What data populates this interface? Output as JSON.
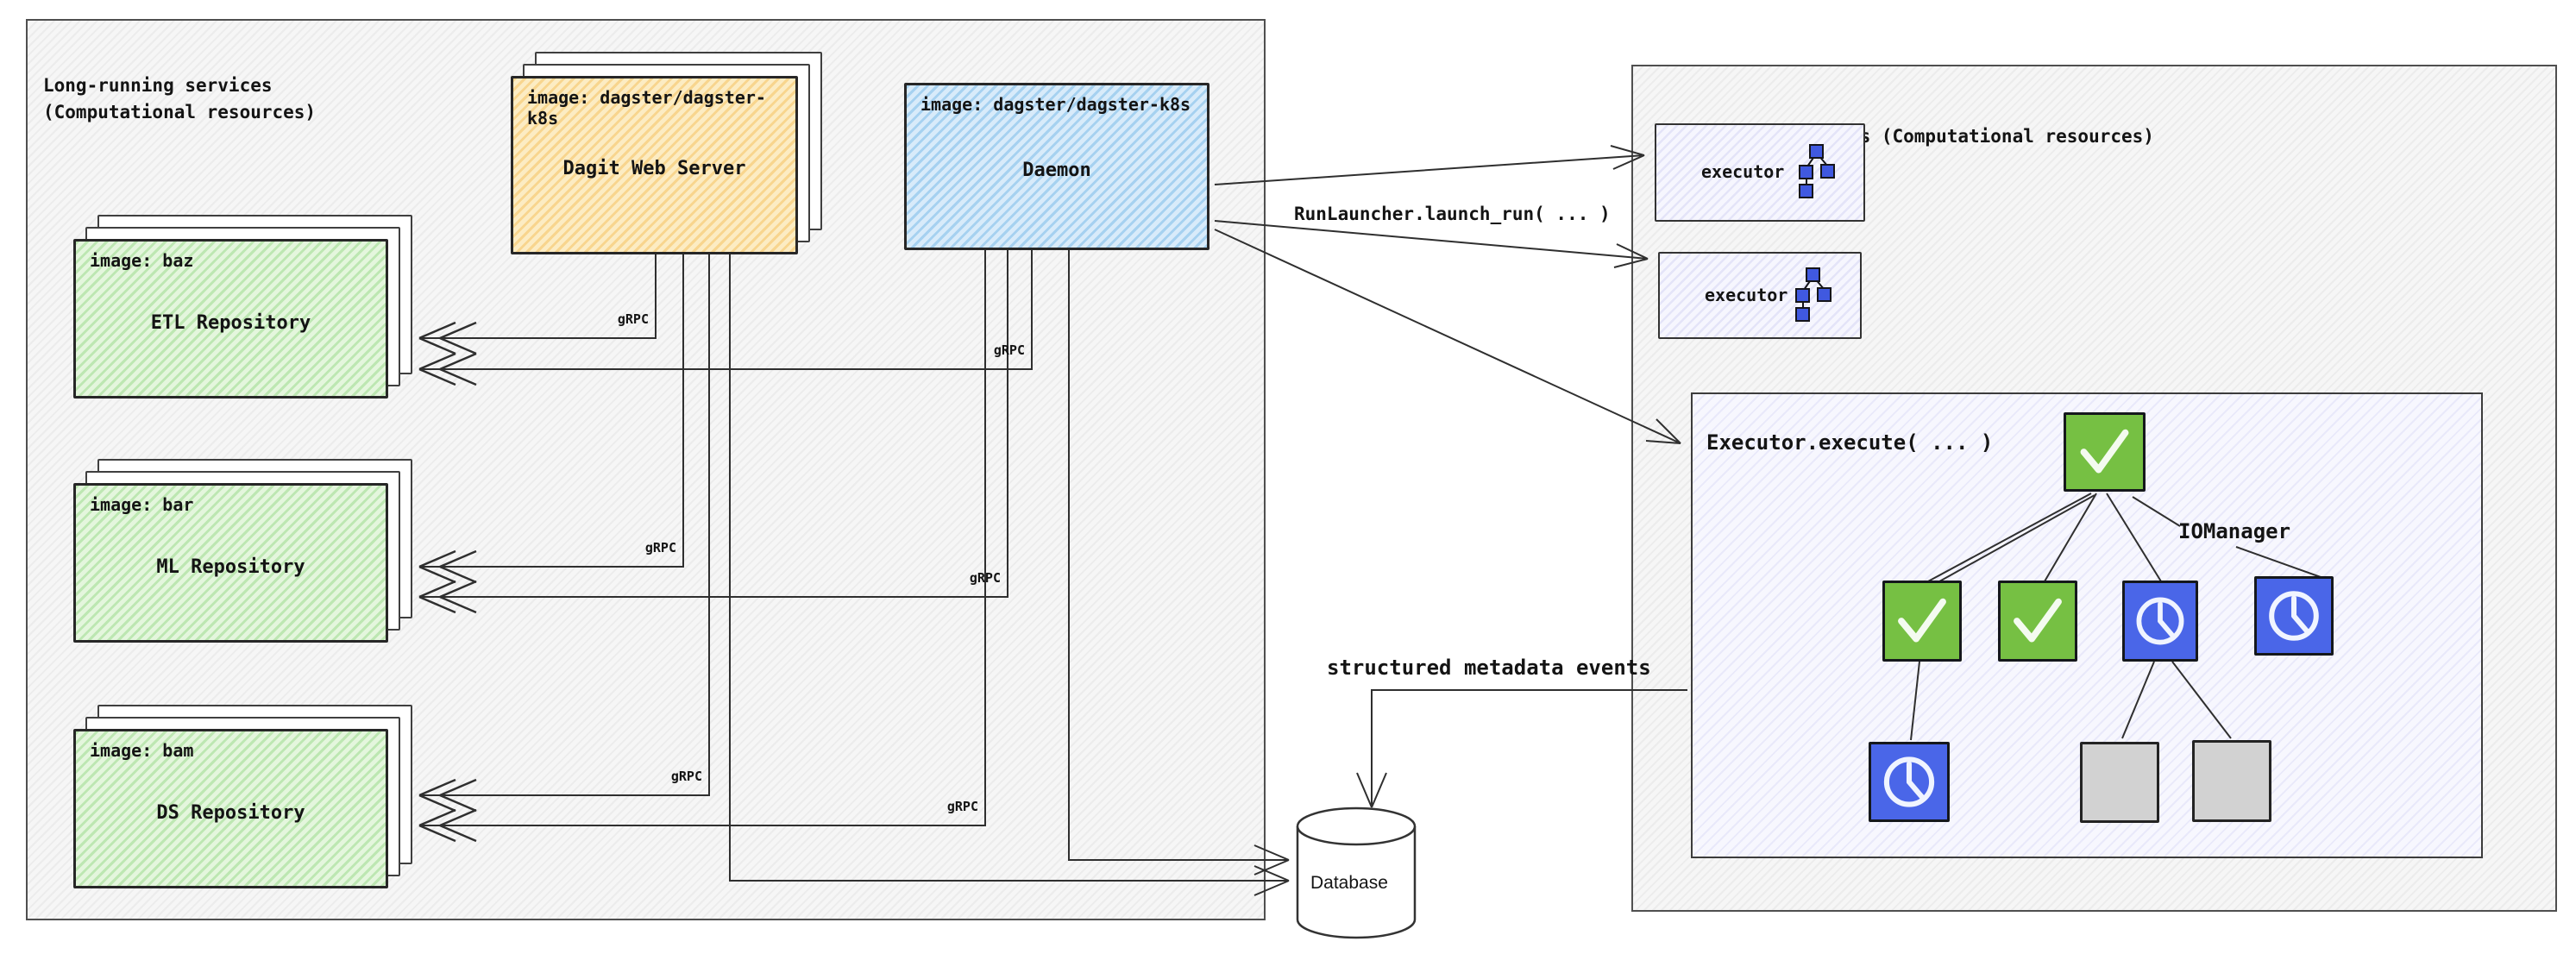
{
  "left_panel": {
    "title": "Long-running services\n(Computational resources)",
    "repositories": [
      {
        "image_label": "image: baz",
        "name": "ETL Repository"
      },
      {
        "image_label": "image: bar",
        "name": "ML Repository"
      },
      {
        "image_label": "image: bam",
        "name": "DS Repository"
      }
    ],
    "dagit": {
      "image_label": "image: dagster/dagster-k8s",
      "name": "Dagit Web Server"
    },
    "daemon": {
      "image_label": "image: dagster/dagster-k8s",
      "name": "Daemon"
    },
    "grpc_label": "gRPC"
  },
  "right_panel": {
    "title": "Ephemeral processes (Computational resources)",
    "executors": [
      {
        "label": "executor",
        "icon": "mini-dag-icon"
      },
      {
        "label": "executor",
        "icon": "mini-dag-icon"
      }
    ],
    "execute_box": {
      "title": "Executor.execute( ... )",
      "iomanager_label": "IOManager",
      "nodes": {
        "root": "check",
        "level2": [
          "check",
          "check",
          "clock",
          "clock"
        ],
        "level3": [
          {
            "parent": 0,
            "type": "clock"
          },
          {
            "parent": 2,
            "type": "gray"
          },
          {
            "parent": 2,
            "type": "gray"
          }
        ]
      }
    }
  },
  "labels": {
    "run_launcher": "RunLauncher.launch_run( ... )",
    "metadata_events": "structured metadata events",
    "database": "Database"
  },
  "colors": {
    "repository_fill": "#d9f2d2",
    "dagit_fill": "#fbe3a9",
    "daemon_fill": "#c4e1f7",
    "executor_fill": "#ededfb",
    "node_green": "#76c043",
    "node_blue": "#4a66e8",
    "node_gray": "#d2d2d2",
    "connector": "#2f2f2f"
  }
}
